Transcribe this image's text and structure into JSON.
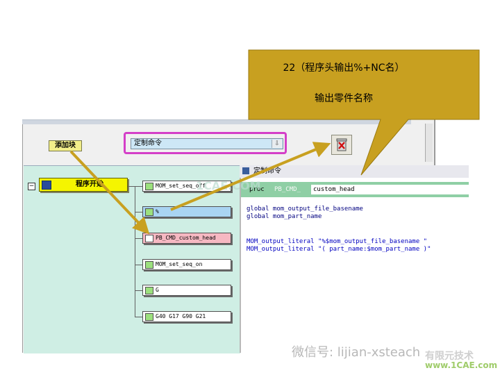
{
  "callout": {
    "line1": "22（程序头输出%+NC名）",
    "line2": "输出零件名称",
    "fill": "#c8a020"
  },
  "toolbar": {
    "add_block_label": "添加块",
    "command_combo_value": "定制命令",
    "combo_arrow": "⇩",
    "highlight_color": "#d43fc8"
  },
  "tree": {
    "expander": "⊟",
    "root_label": "程序开始",
    "nodes": [
      {
        "label": "MOM_set_seq_off",
        "state": "normal"
      },
      {
        "label": "%",
        "state": "selected"
      },
      {
        "label": "PB_CMD_custom_head",
        "state": "custom"
      },
      {
        "label": "MOM_set_seq_on",
        "state": "normal"
      },
      {
        "label": "G",
        "state": "normal"
      },
      {
        "label": "G40 G17 G90 G21",
        "state": "normal"
      }
    ]
  },
  "editor": {
    "title": "定制命令",
    "proc_keyword": "proc",
    "proc_prefix": "PB_CMD_",
    "proc_name": "custom_head",
    "code_lines": [
      "global mom_output_file_basename",
      "global mom_part_name",
      "",
      "MOM_output_literal \"%$mom_output_file_basename \"",
      "MOM_output_literal \"( part_name:$mom_part_name )\""
    ]
  },
  "watermarks": {
    "wechat": "微信号: lijian-xsteach",
    "site_cn": "有限元技术",
    "site_url": "www.1CAE.com",
    "overlay": "1CAE.COM"
  }
}
